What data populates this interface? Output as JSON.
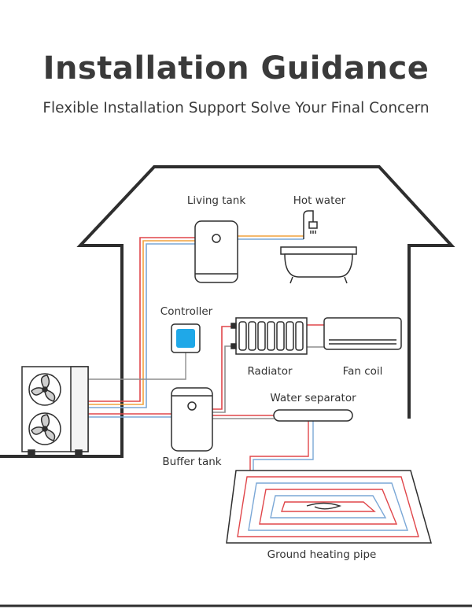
{
  "header": {
    "title": "Installation Guidance",
    "subtitle": "Flexible Installation Support Solve Your Final Concern"
  },
  "labels": {
    "living_tank": "Living tank",
    "hot_water": "Hot water",
    "controller": "Controller",
    "radiator": "Radiator",
    "fan_coil": "Fan coil",
    "water_separator": "Water separator",
    "buffer_tank": "Buffer tank",
    "ground_heating_pipe": "Ground heating pipe"
  },
  "colors": {
    "outline": "#2e2e2e",
    "pipe_hot": "#e0464a",
    "pipe_warm": "#f2a23d",
    "pipe_cool": "#7aa7d6",
    "pipe_grey": "#8e8e8e",
    "controller_screen": "#1fa8e8"
  },
  "icons": [
    "heat-pump-unit-icon",
    "fan-icon",
    "living-tank-icon",
    "shower-icon",
    "bathtub-icon",
    "controller-icon",
    "radiator-icon",
    "fan-coil-icon",
    "water-separator-icon",
    "buffer-tank-icon",
    "floor-heating-coil-icon",
    "house-outline-icon"
  ]
}
